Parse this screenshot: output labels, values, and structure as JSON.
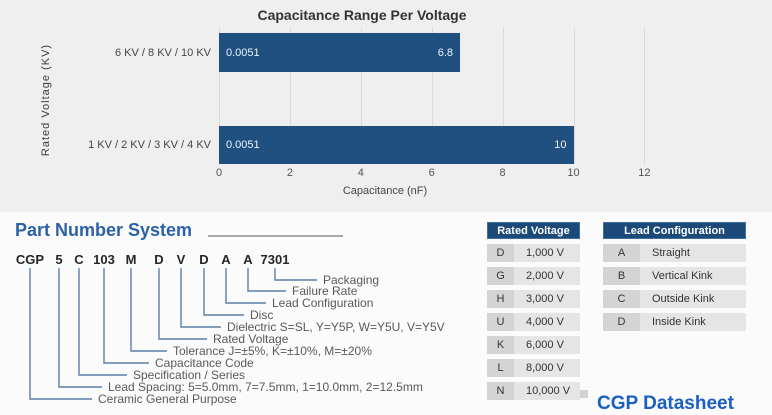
{
  "colors": {
    "bar_blue": "#1f5080",
    "table_header_blue": "#1b4a78",
    "heading_blue": "#2b62a7",
    "link_blue": "#1a5fc2",
    "leader_line_blue": "#5a7fab",
    "chart_panel_gray": "#efefef"
  },
  "chart_data": {
    "type": "bar",
    "orientation": "horizontal",
    "title": "Capacitance Range Per Voltage",
    "xlabel": "Capacitance (nF)",
    "ylabel": "Rated Voltage  (KV)",
    "categories": [
      "6 KV / 8 KV / 10 KV",
      "1 KV / 2 KV / 3 KV / 4 KV"
    ],
    "bars": [
      {
        "category": "6 KV / 8 KV / 10 KV",
        "min": 0.0051,
        "max": 6.8,
        "min_label": "0.0051",
        "max_label": "6.8"
      },
      {
        "category": "1 KV / 2 KV / 3 KV / 4 KV",
        "min": 0.0051,
        "max": 10,
        "min_label": "0.0051",
        "max_label": "10"
      }
    ],
    "xlim": [
      0,
      12
    ],
    "x_ticks": [
      "0",
      "2",
      "4",
      "6",
      "8",
      "10",
      "12"
    ],
    "grid": true,
    "legend": false
  },
  "part_number_system": {
    "title": "Part Number System",
    "segments": [
      {
        "code": "CGP",
        "meaning": "Ceramic General Purpose"
      },
      {
        "code": "5",
        "meaning": "Lead Spacing: 5=5.0mm, 7=7.5mm, 1=10.0mm, 2=12.5mm"
      },
      {
        "code": "C",
        "meaning": "Specification / Series"
      },
      {
        "code": "103",
        "meaning": "Capacitance Code"
      },
      {
        "code": "M",
        "meaning": "Tolerance J=±5%, K=±10%, M=±20%"
      },
      {
        "code": "D",
        "meaning": "Rated Voltage"
      },
      {
        "code": "V",
        "meaning": "Dielectric S=SL, Y=Y5P, W=Y5U, V=Y5V"
      },
      {
        "code": "D",
        "meaning": "Disc"
      },
      {
        "code": "A",
        "meaning": "Lead Configuration"
      },
      {
        "code": "A",
        "meaning": "Failure Rate"
      },
      {
        "code": "7301",
        "meaning": "Packaging"
      }
    ]
  },
  "tables": {
    "rated_voltage": {
      "title": "Rated Voltage",
      "rows": [
        {
          "code": "D",
          "value": "1,000 V"
        },
        {
          "code": "G",
          "value": "2,000 V"
        },
        {
          "code": "H",
          "value": "3,000 V"
        },
        {
          "code": "U",
          "value": "4,000 V"
        },
        {
          "code": "K",
          "value": "6,000 V"
        },
        {
          "code": "L",
          "value": "8,000 V"
        },
        {
          "code": "N",
          "value": "10,000 V"
        }
      ]
    },
    "lead_configuration": {
      "title": "Lead Configuration",
      "rows": [
        {
          "code": "A",
          "value": "Straight"
        },
        {
          "code": "B",
          "value": "Vertical Kink"
        },
        {
          "code": "C",
          "value": "Outside Kink"
        },
        {
          "code": "D",
          "value": "Inside Kink"
        }
      ]
    }
  },
  "footer": {
    "datasheet_label": "CGP Datasheet"
  }
}
